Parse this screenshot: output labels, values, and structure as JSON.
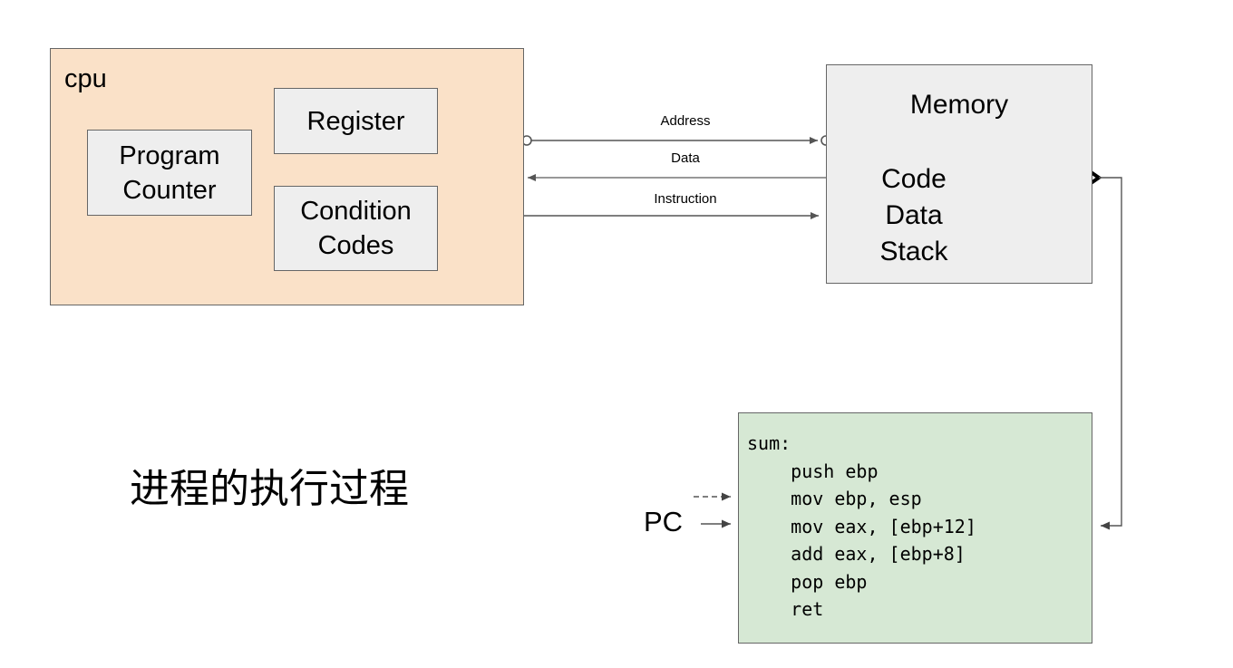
{
  "diagram": {
    "title_cn": "进程的执行过程",
    "cpu": {
      "label": "cpu",
      "fill": "#fae1c8",
      "border": "#666666",
      "components": [
        {
          "id": "program-counter",
          "label": "Program\nCounter",
          "fill": "#eeeeee"
        },
        {
          "id": "register",
          "label": "Register",
          "fill": "#eeeeee"
        },
        {
          "id": "condition-codes",
          "label": "Condition\nCodes",
          "fill": "#eeeeee"
        }
      ]
    },
    "memory": {
      "title": "Memory",
      "segments": "Code\nData\nStack",
      "fill": "#eeeeee",
      "border": "#666666"
    },
    "buses": [
      {
        "id": "address-bus",
        "label": "Address",
        "direction": "cpu-to-memory"
      },
      {
        "id": "data-bus",
        "label": "Data",
        "direction": "memory-to-cpu"
      },
      {
        "id": "instruction-bus",
        "label": "Instruction",
        "direction": "cpu-to-memory"
      }
    ],
    "code_listing": {
      "fill": "#d6e8d4",
      "border": "#666666",
      "text": "sum:\n    push ebp\n    mov ebp, esp\n    mov eax, [ebp+12]\n    add eax, [ebp+8]\n    pop ebp\n    ret",
      "lines": [
        "sum:",
        "    push ebp",
        "    mov ebp, esp",
        "    mov eax, [ebp+12]",
        "    add eax, [ebp+8]",
        "    pop ebp",
        "    ret"
      ]
    },
    "pc_pointer": {
      "label": "PC",
      "solid_target_line": "mov eax, [ebp+12]",
      "dashed_target_line": "mov ebp, esp"
    }
  }
}
